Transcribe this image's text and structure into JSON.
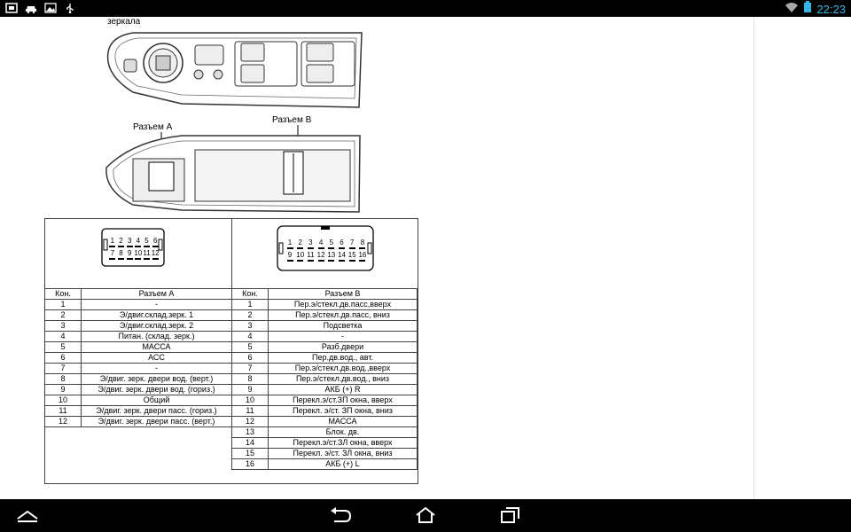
{
  "status_bar": {
    "time": "22:23",
    "icons": [
      "screen-capture-icon",
      "car-icon",
      "image-icon",
      "usb-icon"
    ]
  },
  "labels": {
    "mirror": "зеркала",
    "conn_a": "Разъем А",
    "conn_b": "Разъем В"
  },
  "pins_a": [
    "1",
    "2",
    "3",
    "4",
    "5",
    "6",
    "7",
    "8",
    "9",
    "10",
    "11",
    "12"
  ],
  "pins_b": [
    "1",
    "2",
    "3",
    "4",
    "5",
    "6",
    "7",
    "8",
    "9",
    "10",
    "11",
    "12",
    "13",
    "14",
    "15",
    "16"
  ],
  "table_a": {
    "headers": [
      "Кон.",
      "Разъем А"
    ],
    "rows": [
      [
        "1",
        "-"
      ],
      [
        "2",
        "Э/двиг.склад.зерк. 1"
      ],
      [
        "3",
        "Э/двиг.склад.зерк. 2"
      ],
      [
        "4",
        "Питан. (склад. зерк.)"
      ],
      [
        "5",
        "МАССА"
      ],
      [
        "6",
        "АСС"
      ],
      [
        "7",
        "-"
      ],
      [
        "8",
        "Э/двиг. зерк. двери вод. (верт.)"
      ],
      [
        "9",
        "Э/двиг. зерк. двери вод. (гориз.)"
      ],
      [
        "10",
        "Общий"
      ],
      [
        "11",
        "Э/двиг. зерк. двери пасс. (гориз.)"
      ],
      [
        "12",
        "Э/двиг. зерк. двери пасс. (верт.)"
      ]
    ]
  },
  "table_b": {
    "headers": [
      "Кон.",
      "Разъем В"
    ],
    "rows": [
      [
        "1",
        "Пер.э/стекл.дв.пасс,вверх"
      ],
      [
        "2",
        "Пер.э/стекл.дв.пасс, вниз"
      ],
      [
        "3",
        "Подсветка"
      ],
      [
        "4",
        "-"
      ],
      [
        "5",
        "Разб.двери"
      ],
      [
        "6",
        "Пер.дв.вод., авт."
      ],
      [
        "7",
        "Пер.э/стекл.дв.вод.,вверх"
      ],
      [
        "8",
        "Пер.э/стекл.дв.вод., вниз"
      ],
      [
        "9",
        "АКБ (+) R"
      ],
      [
        "10",
        "Перекл.э/ст.ЗП окна, вверх"
      ],
      [
        "11",
        "Перекл. э/ст. ЗП окна, вниз"
      ],
      [
        "12",
        "МАССА"
      ],
      [
        "13",
        "Блок. дв."
      ],
      [
        "14",
        "Перекл.э/ст.ЗЛ окна, вверх"
      ],
      [
        "15",
        "Перекл. э/ст. ЗЛ окна, вниз"
      ],
      [
        "16",
        "АКБ (+) L"
      ]
    ]
  }
}
